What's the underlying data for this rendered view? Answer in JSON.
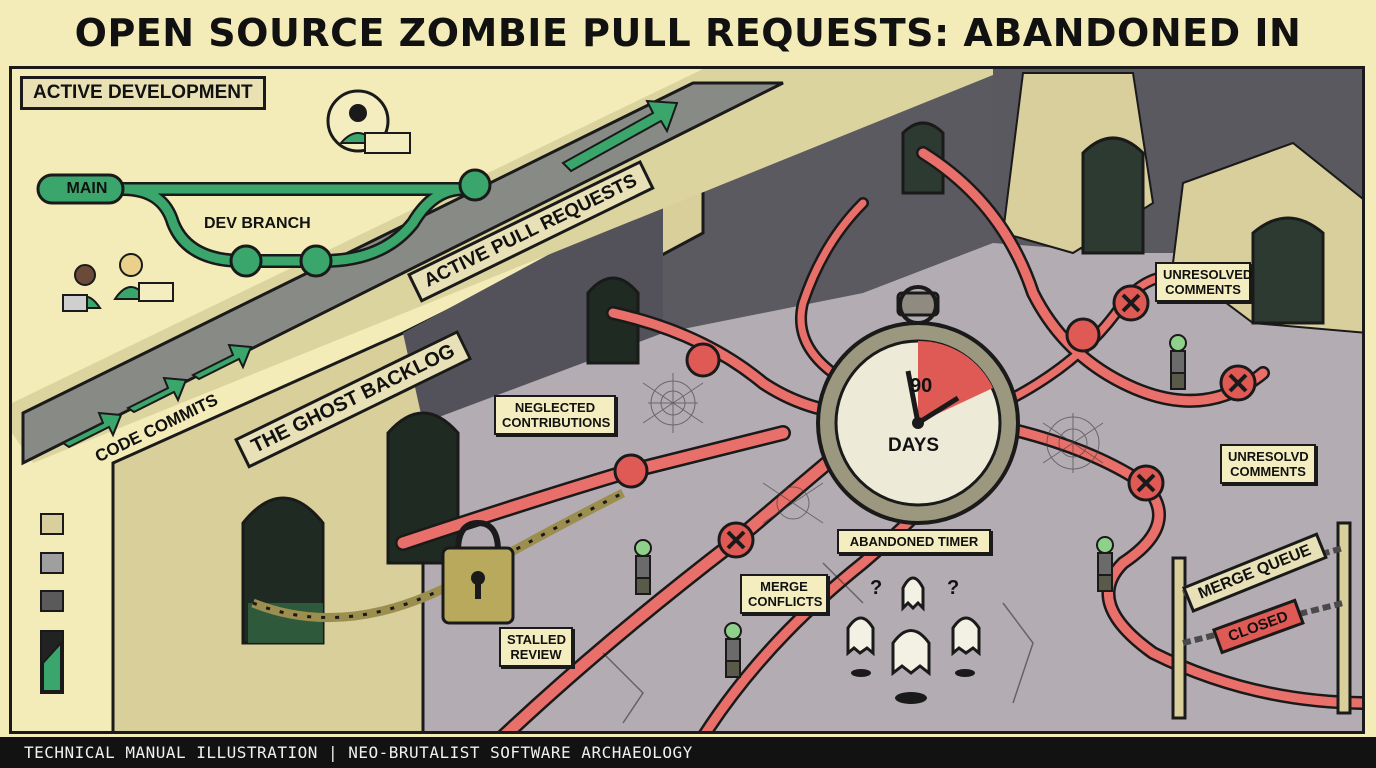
{
  "title": "OPEN SOURCE ZOMBIE PULL REQUESTS: ABANDONED IN REPOSITORIES",
  "footer": "TECHNICAL MANUAL ILLUSTRATION | NEO-BRUTALIST SOFTWARE ARCHAEOLOGY",
  "active_development": {
    "heading": "ACTIVE DEVELOPMENT",
    "main_label": "MAIN",
    "dev_branch_label": "DEV BRANCH"
  },
  "road": {
    "code_commits": "CODE COMMITS",
    "active_pull_requests": "ACTIVE PULL REQUESTS"
  },
  "ghost_backlog": "THE GHOST BACKLOG",
  "labels": {
    "neglected": "NEGLECTED\nCONTRIBUTIONS",
    "stalled": "STALLED\nREVIEW",
    "merge_conflicts": "MERGE\nCONFLICTS",
    "abandoned_timer": "ABANDONED TIMER",
    "unresolved_top": "UNRESOLVED\nCOMMENTS",
    "unresolved_right": "UNRESOLVD\nCOMMENTS"
  },
  "timer": {
    "value": "90",
    "unit": "DAYS"
  },
  "merge_queue": {
    "sign": "MERGE QUEUE",
    "status": "CLOSED"
  },
  "colors": {
    "background": "#f3ecb8",
    "accent_green": "#3aa66c",
    "path_red": "#e86f6a",
    "stone": "#d8cf9a",
    "floor": "#b5b0b4",
    "wall": "#55555c"
  },
  "icons": [
    "git-pull-request-icon",
    "x-circle-icon",
    "padlock-icon",
    "stopwatch-icon",
    "ghost-icon",
    "zombie-icon",
    "developer-icon",
    "arrow-icon",
    "chain-icon",
    "cobweb-icon"
  ]
}
